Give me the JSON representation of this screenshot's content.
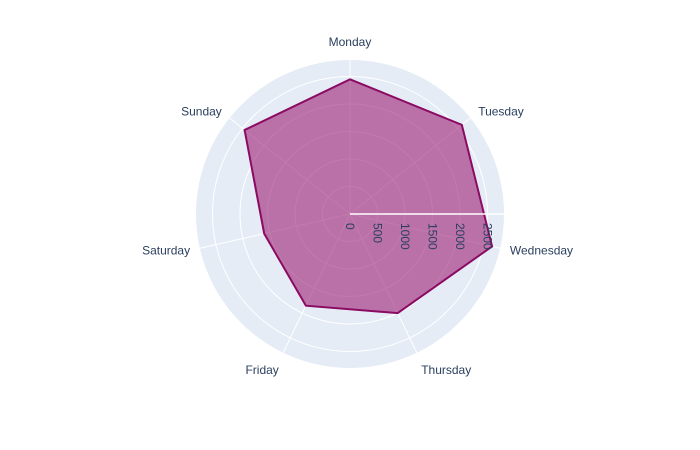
{
  "chart_data": {
    "type": "radar",
    "categories": [
      "Monday",
      "Tuesday",
      "Wednesday",
      "Thursday",
      "Friday",
      "Saturday",
      "Sunday"
    ],
    "series": [
      {
        "values": [
          2450,
          2600,
          2650,
          2000,
          1850,
          1600,
          2450
        ]
      }
    ],
    "radial_ticks": [
      "0",
      "500",
      "1000",
      "1500",
      "2000",
      "2500"
    ],
    "radial_tick_values": [
      0,
      500,
      1000,
      1500,
      2000,
      2500
    ],
    "radial_range": [
      0,
      2800
    ],
    "grid": true,
    "colors": {
      "background": "#e5ecf6",
      "grid": "#ffffff",
      "fill": "#9b1f74",
      "line": "#8b0a62",
      "text": "#2a3f5f"
    }
  }
}
